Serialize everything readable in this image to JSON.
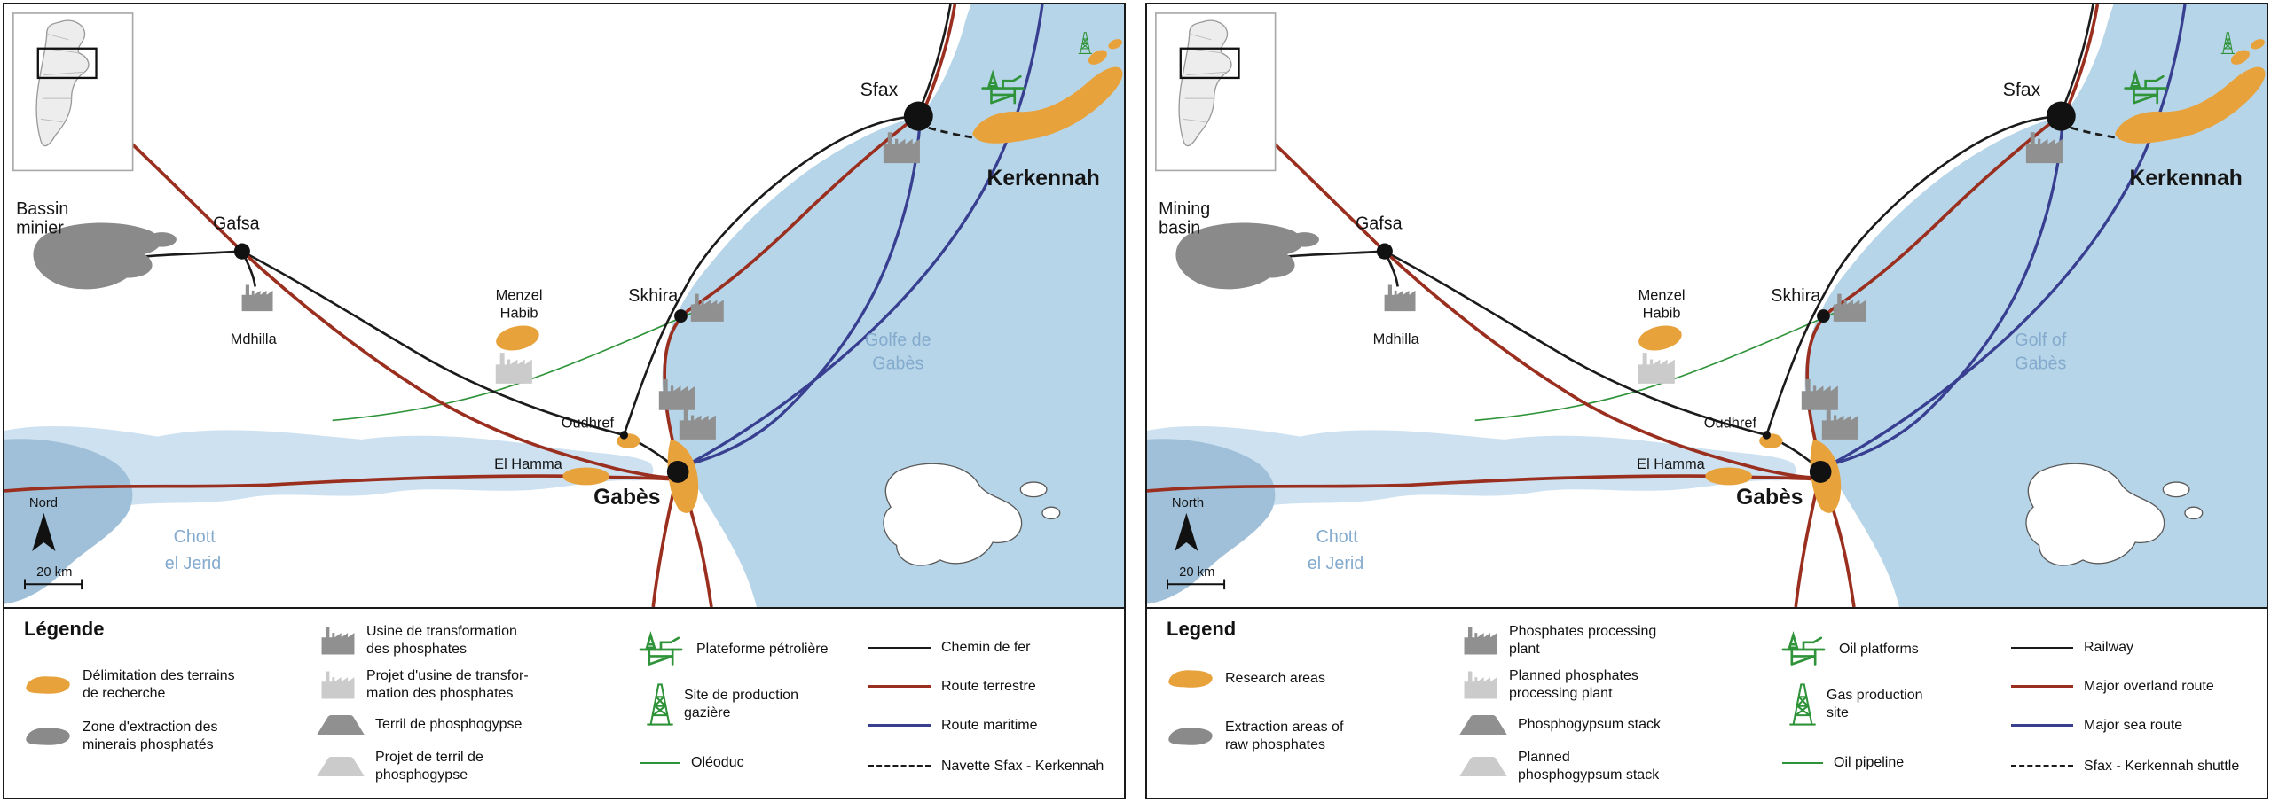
{
  "colors": {
    "sea": "#b7d5e8",
    "chott": "#cde1f0",
    "chott_dark": "#9fc0d8",
    "orange": "#e8a23c",
    "gray": "#8a8a8a",
    "gray_dark": "#909090",
    "light_gray": "#cbcbcb",
    "green": "#2f9339",
    "red_route": "#9a2f1f",
    "blue_route": "#383f91",
    "rail": "#1b1b1b",
    "blue_label": "#84abce"
  },
  "panels": [
    {
      "lang": "fr",
      "map": {
        "labels": {
          "basin": [
            "Bassin",
            "minier"
          ],
          "gafsa": "Gafsa",
          "mdhilla": "Mdhilla",
          "menzel": [
            "Menzel",
            "Habib"
          ],
          "skhira": "Skhira",
          "sfax": "Sfax",
          "kerkennah": "Kerkennah",
          "oudhref": "Oudhref",
          "elhamma": "El Hamma",
          "gabes": "Gabès",
          "gulf": [
            "Golfe de",
            "Gabès"
          ],
          "chott": [
            "Chott",
            "el Jerid"
          ],
          "north": "Nord",
          "scale": "20 km"
        }
      },
      "legend": {
        "title": "Légende",
        "items": {
          "research": [
            "Délimitation des terrains",
            "de recherche"
          ],
          "extraction": [
            "Zone d'extraction des",
            "minerais phosphatés"
          ],
          "plant": [
            "Usine de transformation",
            "des phosphates"
          ],
          "planned_plant": [
            "Projet d'usine de transfor-",
            "mation des phosphates"
          ],
          "stack": [
            "Terril de phosphogypse"
          ],
          "planned_stack": [
            "Projet de terril de",
            "phosphogypse"
          ],
          "platform": [
            "Plateforme pétrolière"
          ],
          "gas": [
            "Site de production",
            "gazière"
          ],
          "pipeline": [
            "Oléoduc"
          ],
          "railway": [
            "Chemin de fer"
          ],
          "overland": [
            "Route terrestre"
          ],
          "searoute": [
            "Route maritime"
          ],
          "shuttle": [
            "Navette Sfax - Kerkennah"
          ]
        }
      }
    },
    {
      "lang": "en",
      "map": {
        "labels": {
          "basin": [
            "Mining",
            "basin"
          ],
          "gafsa": "Gafsa",
          "mdhilla": "Mdhilla",
          "menzel": [
            "Menzel",
            "Habib"
          ],
          "skhira": "Skhira",
          "sfax": "Sfax",
          "kerkennah": "Kerkennah",
          "oudhref": "Oudhref",
          "elhamma": "El Hamma",
          "gabes": "Gabès",
          "gulf": [
            "Golf of",
            "Gabès"
          ],
          "chott": [
            "Chott",
            "el Jerid"
          ],
          "north": "North",
          "scale": "20 km"
        }
      },
      "legend": {
        "title": "Legend",
        "items": {
          "research": [
            "Research areas"
          ],
          "extraction": [
            "Extraction areas of",
            "raw phosphates"
          ],
          "plant": [
            "Phosphates processing",
            "plant"
          ],
          "planned_plant": [
            "Planned phosphates",
            "processing plant"
          ],
          "stack": [
            "Phosphogypsum stack"
          ],
          "planned_stack": [
            "Planned",
            "phosphogypsum stack"
          ],
          "platform": [
            "Oil platforms"
          ],
          "gas": [
            "Gas production",
            "site"
          ],
          "pipeline": [
            "Oil pipeline"
          ],
          "railway": [
            "Railway"
          ],
          "overland": [
            "Major overland route"
          ],
          "searoute": [
            "Major sea route"
          ],
          "shuttle": [
            "Sfax - Kerkennah shuttle"
          ]
        }
      }
    }
  ]
}
